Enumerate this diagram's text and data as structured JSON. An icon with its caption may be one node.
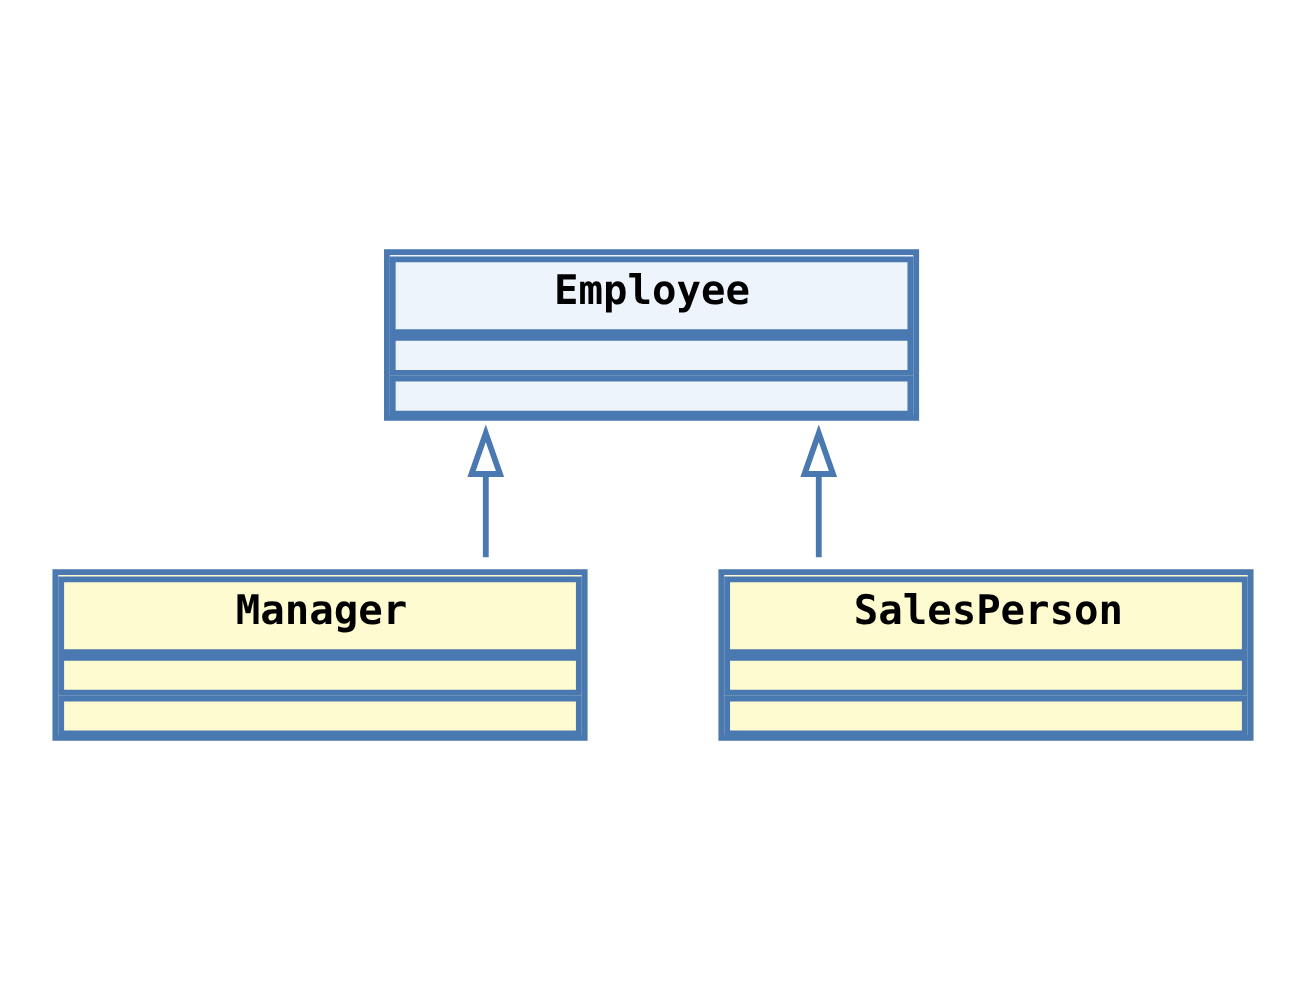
{
  "diagram": {
    "nodes": [
      {
        "text": [
          "Employee"
        ]
      },
      {
        "text": [
          "Manager"
        ]
      },
      {
        "text": [
          "SalesPerson"
        ]
      }
    ],
    "edges": [
      {
        "from": 1,
        "to": 0,
        "arrow": "to"
      },
      {
        "from": 2,
        "to": 0,
        "arrow": "to"
      }
    ]
  }
}
